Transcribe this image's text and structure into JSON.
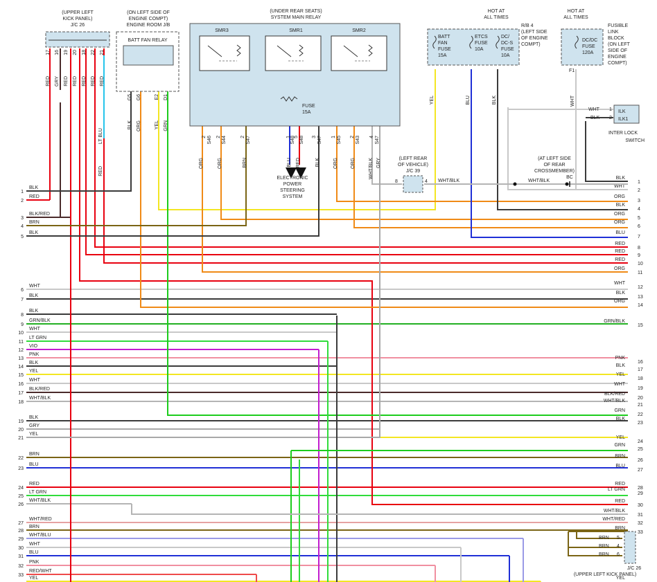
{
  "top_labels": {
    "jc26": [
      "(UPPER LEFT",
      "KICK PANEL)",
      "J/C 26"
    ],
    "engine_jb": [
      "(ON LEFT SIDE OF",
      "ENGINE COMPT)",
      "ENGINE ROOM J/B"
    ],
    "smr": [
      "(UNDER REAR SEATS)",
      "SYSTEM MAIN RELAY"
    ],
    "hot1": [
      "HOT AT",
      "ALL TIMES"
    ],
    "hot2": [
      "HOT AT",
      "ALL TIMES"
    ],
    "rb4": [
      "R/B 4",
      "(LEFT SIDE",
      "OF ENGINE",
      "COMPT)"
    ],
    "fusible": [
      "FUSIBLE",
      "LINK",
      "BLOCK",
      "(ON LEFT",
      "SIDE OF",
      "ENGINE",
      "COMPT)"
    ]
  },
  "components": {
    "batt_fan_relay": "BATT FAN RELAY",
    "smr3": "SMR3",
    "smr1": "SMR1",
    "smr2": "SMR2",
    "fuse15": [
      "FUSE",
      "15A"
    ],
    "eps": [
      "ELECTRONIC",
      "POWER",
      "STEERING",
      "SYSTEM"
    ],
    "fuses": [
      {
        "lines": [
          "BATT",
          "FAN",
          "FUSE",
          "15A"
        ]
      },
      {
        "lines": [
          "ETCS",
          "FUSE",
          "10A"
        ]
      },
      {
        "lines": [
          "DC/",
          "DC-S",
          "FUSE",
          "10A"
        ]
      },
      {
        "lines": [
          "DC/DC",
          "FUSE",
          "120A"
        ]
      }
    ],
    "jc39": [
      "(LEFT REAR",
      "OF VEHICLE)",
      "J/C 39"
    ],
    "bc": [
      "(AT LEFT SIDE",
      "OF REAR",
      "CROSSMEMBER)",
      "BC"
    ],
    "interlock": {
      "pins": [
        "ILK",
        "ILK1"
      ],
      "name": [
        "INTER LOCK",
        "SWITCH"
      ]
    },
    "jc26_bottom": [
      "J/C 26",
      "(UPPER LEFT KICK PANEL)"
    ]
  },
  "pin_labels": {
    "jc26": [
      "17",
      "16",
      "19",
      "20",
      "18",
      "22",
      "21"
    ],
    "relay": [
      "G5",
      "G6",
      "E2",
      "D1"
    ],
    "smr": [
      "2",
      "S46",
      "2",
      "S44",
      "2",
      "S47",
      "1",
      "S48",
      "5",
      "S48",
      "3",
      "S47",
      "1",
      "S45",
      "2",
      "S43",
      "4",
      "S47"
    ],
    "f1": "F1",
    "ilk": [
      "1",
      "2"
    ],
    "jc39": [
      "8",
      "4"
    ],
    "jc26b": [
      "5",
      "4",
      "6"
    ]
  },
  "vertical_wire_labels": {
    "jc26": [
      "RED",
      "GRY",
      "RED",
      "RED",
      "RED",
      "RED",
      "RED"
    ],
    "ltblu": "LT BLU",
    "relay": [
      "BLK",
      "ORG",
      "YEL",
      "GRN"
    ],
    "smr": [
      "ORG",
      "ORG",
      "BRN",
      "BLU",
      "RED",
      "BLK",
      "ORG",
      "ORG",
      "WHT/BLK",
      "GRY"
    ],
    "fuse_out": [
      "YEL",
      "BLU",
      "BLK",
      "WHT"
    ]
  },
  "misc_wires": {
    "ilk_wht": "WHT",
    "ilk_blk": "BLK",
    "jc39_out": "WHT/BLK",
    "bc_in": "WHT/BLK",
    "jc26b": [
      "BRN",
      "BRN",
      "BRN"
    ]
  },
  "left_rows": [
    {
      "n": "1",
      "c": "BLK"
    },
    {
      "n": "2",
      "c": "RED"
    },
    {
      "n": "3",
      "c": "BLK/RED"
    },
    {
      "n": "4",
      "c": "BRN"
    },
    {
      "n": "5",
      "c": "BLK"
    },
    {
      "n": "6",
      "c": "WHT"
    },
    {
      "n": "7",
      "c": "BLK"
    },
    {
      "n": "8",
      "c": "BLK"
    },
    {
      "n": "9",
      "c": "GRN/BLK"
    },
    {
      "n": "10",
      "c": "WHT"
    },
    {
      "n": "11",
      "c": "LT GRN"
    },
    {
      "n": "12",
      "c": "VIO"
    },
    {
      "n": "13",
      "c": "PNK"
    },
    {
      "n": "14",
      "c": "BLK"
    },
    {
      "n": "15",
      "c": "YEL"
    },
    {
      "n": "16",
      "c": "WHT"
    },
    {
      "n": "17",
      "c": "BLK/RED"
    },
    {
      "n": "18",
      "c": "WHT/BLK"
    },
    {
      "n": "19",
      "c": "BLK"
    },
    {
      "n": "20",
      "c": "GRY"
    },
    {
      "n": "21",
      "c": "YEL"
    },
    {
      "n": "22",
      "c": "BRN"
    },
    {
      "n": "23",
      "c": "BLU"
    },
    {
      "n": "24",
      "c": "RED"
    },
    {
      "n": "25",
      "c": "LT GRN"
    },
    {
      "n": "26",
      "c": "WHT/BLK"
    },
    {
      "n": "27",
      "c": "WHT/RED"
    },
    {
      "n": "28",
      "c": "BRN"
    },
    {
      "n": "29",
      "c": "WHT/BLU"
    },
    {
      "n": "30",
      "c": "WHT"
    },
    {
      "n": "31",
      "c": "BLU"
    },
    {
      "n": "32",
      "c": "PNK"
    },
    {
      "n": "33",
      "c": "RED/WHT"
    },
    {
      "n": "",
      "c": "YEL"
    }
  ],
  "right_rows": [
    {
      "n": "1",
      "c": "BLK"
    },
    {
      "n": "2",
      "c": "WHT"
    },
    {
      "n": "3",
      "c": "ORG"
    },
    {
      "n": "4",
      "c": "BLK"
    },
    {
      "n": "5",
      "c": "ORG"
    },
    {
      "n": "6",
      "c": "ORG"
    },
    {
      "n": "7",
      "c": "BLU"
    },
    {
      "n": "8",
      "c": "RED"
    },
    {
      "n": "9",
      "c": "RED"
    },
    {
      "n": "10",
      "c": "RED"
    },
    {
      "n": "11",
      "c": "ORG"
    },
    {
      "n": "12",
      "c": "WHT"
    },
    {
      "n": "13",
      "c": "BLK"
    },
    {
      "n": "14",
      "c": "ORG"
    },
    {
      "n": "15",
      "c": "GRN/BLK"
    },
    {
      "n": "16",
      "c": "PNK"
    },
    {
      "n": "17",
      "c": "BLK"
    },
    {
      "n": "18",
      "c": "YEL"
    },
    {
      "n": "19",
      "c": "WHT"
    },
    {
      "n": "20",
      "c": "BLK/RED"
    },
    {
      "n": "21",
      "c": "WHT/BLK"
    },
    {
      "n": "22",
      "c": "GRN"
    },
    {
      "n": "23",
      "c": "BLK"
    },
    {
      "n": "24",
      "c": "YEL"
    },
    {
      "n": "25",
      "c": "GRN"
    },
    {
      "n": "26",
      "c": "BRN"
    },
    {
      "n": "27",
      "c": "BLU"
    },
    {
      "n": "28",
      "c": "RED"
    },
    {
      "n": "29",
      "c": "LT GRN"
    },
    {
      "n": "30",
      "c": "RED"
    },
    {
      "n": "31",
      "c": "WHT/BLK"
    },
    {
      "n": "32",
      "c": "WHT/RED"
    },
    {
      "n": "33",
      "c": "BRN"
    },
    {
      "n": "",
      "c": "YEL"
    }
  ],
  "colors": {
    "RED": "#e8000f",
    "BLK": "#3a3a3a",
    "WHT": "#c8c8c8",
    "ORG": "#f08a16",
    "YEL": "#f3e622",
    "BLU": "#1f2fd6",
    "GRN": "#1ccc1c",
    "LT GRN": "#2fdc3a",
    "BRN": "#7a6414",
    "GRY": "#a8a8a8",
    "PNK": "#f08fa0",
    "VIO": "#c21ccf",
    "LT BLU": "#25c4ea",
    "BLK/RED": "#4a2a2a",
    "GRN/BLK": "#22b022",
    "WHT/BLK": "#b4b4b4",
    "WHT/RED": "#e6a2a2",
    "WHT/BLU": "#9a9ae6",
    "RED/WHT": "#ef4a4a",
    "box_fill": "#cfe3ee",
    "box_stroke": "#555555"
  }
}
